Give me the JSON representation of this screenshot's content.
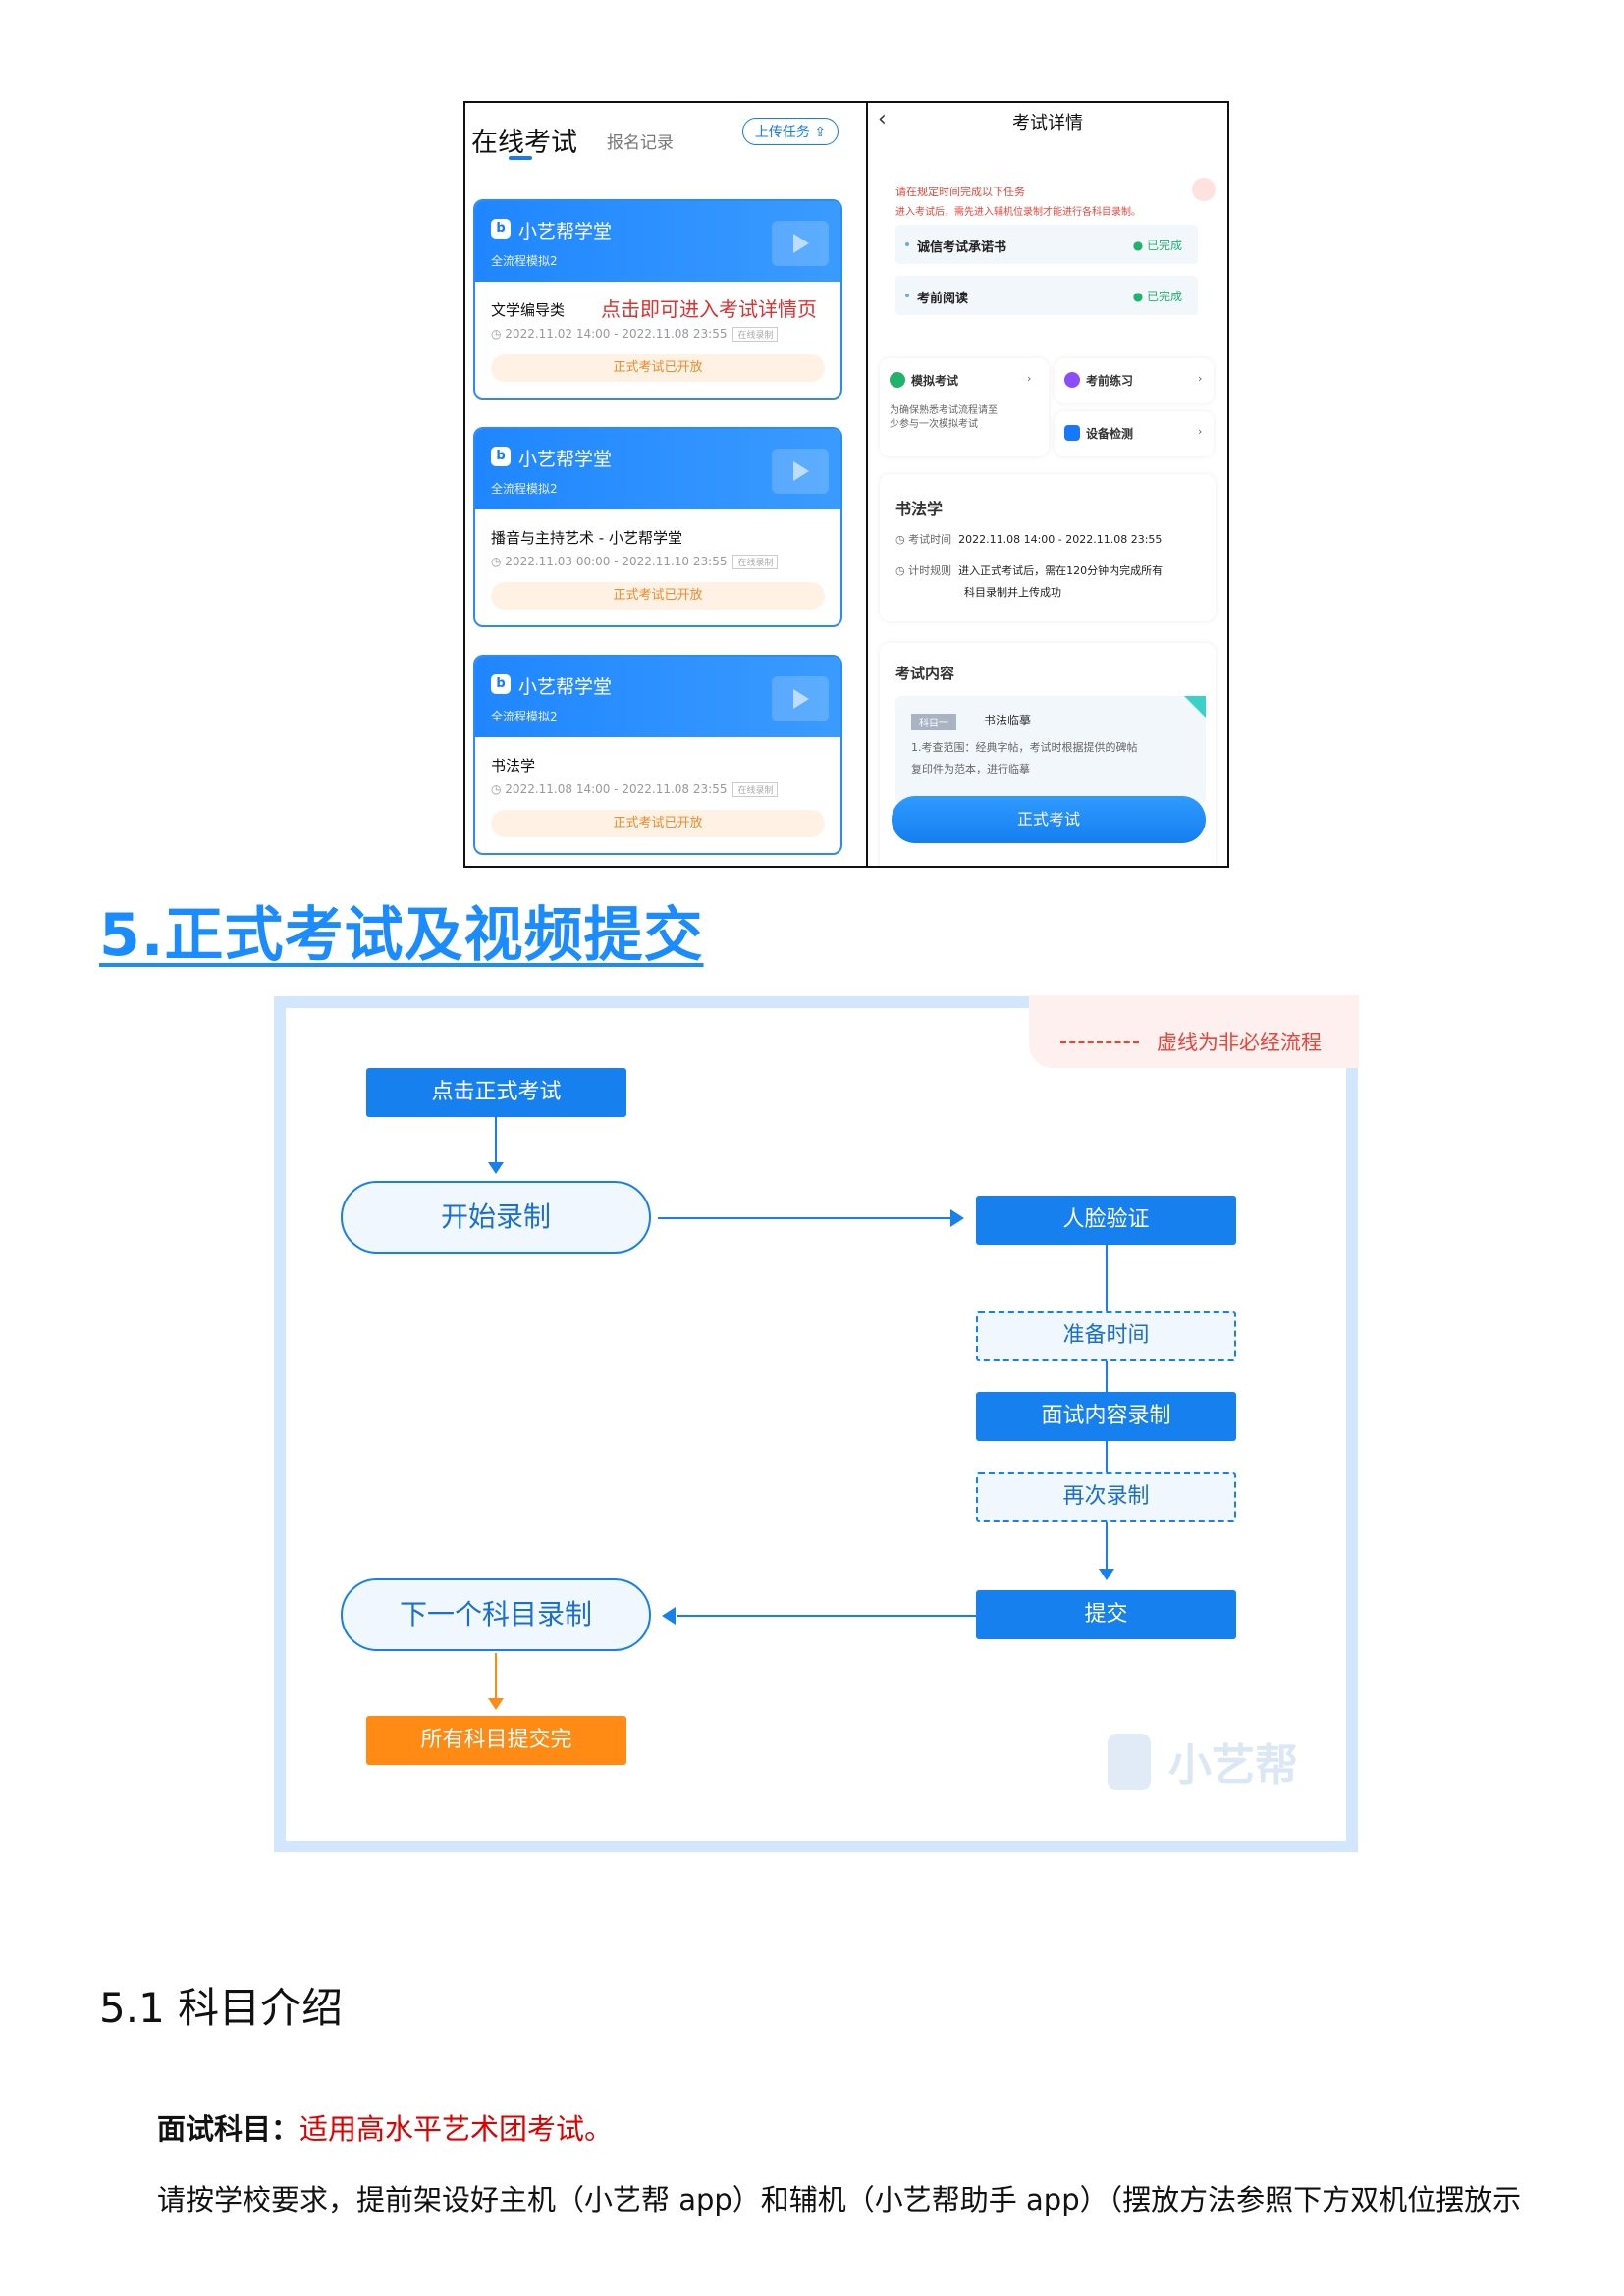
{
  "left_phone": {
    "title": "在线考试",
    "tab2": "报名记录",
    "upload": "上传任务 ⇪",
    "annotation": "点击即可进入考试详情页",
    "cards": [
      {
        "brand": "小艺帮学堂",
        "sub": "全流程模拟2",
        "name": "文学编导类",
        "time": "2022.11.02 14:00 - 2022.11.08 23:55",
        "tag": "在线录制",
        "btn": "正式考试已开放"
      },
      {
        "brand": "小艺帮学堂",
        "sub": "全流程模拟2",
        "name": "播音与主持艺术 - 小艺帮学堂",
        "time": "2022.11.03 00:00 - 2022.11.10 23:55",
        "tag": "在线录制",
        "btn": "正式考试已开放"
      },
      {
        "brand": "小艺帮学堂",
        "sub": "全流程模拟2",
        "name": "书法学",
        "time": "2022.11.08 14:00 - 2022.11.08 23:55",
        "tag": "在线录制",
        "btn": "正式考试已开放"
      }
    ]
  },
  "right_phone": {
    "title": "考试详情",
    "notice1": "请在规定时间完成以下任务",
    "notice2": "进入考试后，需先进入辅机位录制才能进行各科目录制。",
    "task1": "诚信考试承诺书",
    "task2": "考前阅读",
    "done": "已完成",
    "mock": "模拟考试",
    "mock_desc1": "为确保熟悉考试流程请至",
    "mock_desc2": "少参与一次模拟考试",
    "practice": "考前练习",
    "device": "设备检测",
    "subject": "书法学",
    "exam_time_label": "考试时间",
    "exam_time": "2022.11.08 14:00 - 2022.11.08 23:55",
    "rule_label": "计时规则",
    "rule1": "进入正式考试后，需在120分钟内完成所有",
    "rule2": "科目录制并上传成功",
    "content_title": "考试内容",
    "subj_tag": "科目一",
    "subj_name": "书法临摹",
    "line1": "1.考查范围：经典字帖，考试时根据提供的碑帖",
    "line2": "复印件为范本，进行临摹",
    "start_btn": "正式考试"
  },
  "heading": "5.正式考试及视频提交",
  "flow": {
    "legend": "虚线为非必经流程",
    "click_start": "点击正式考试",
    "start_record": "开始录制",
    "face_verify": "人脸验证",
    "prep_time": "准备时间",
    "interview_record": "面试内容录制",
    "re_record": "再次录制",
    "submit": "提交",
    "next_subject": "下一个科目录制",
    "all_done": "所有科目提交完",
    "watermark": "小艺帮"
  },
  "section": {
    "title": "5.1 科目介绍",
    "label": "面试科目：",
    "label_desc": "适用高水平艺术团考试。",
    "para": "请按学校要求，提前架设好主机（小艺帮 app）和辅机（小艺帮助手 app）（摆放方法参照下方双机位摆放示"
  },
  "colors": {
    "accent": "#1580ee",
    "heading": "#1a8cff",
    "orange": "#ff8a14",
    "red": "#e8463a"
  }
}
